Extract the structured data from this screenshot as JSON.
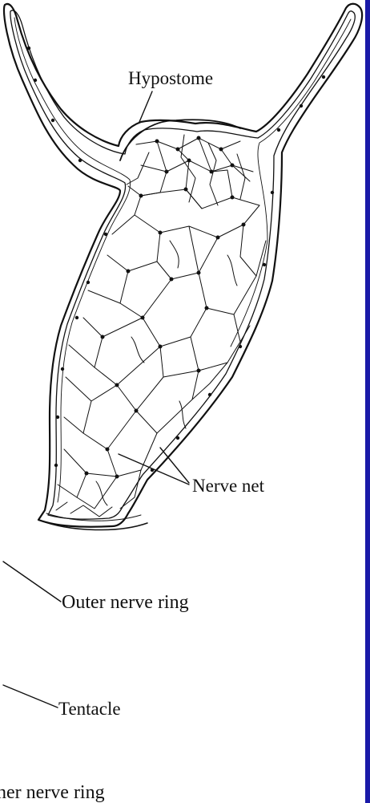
{
  "labels": {
    "hypostome": "Hypostome",
    "nerve_net": "Nerve net",
    "outer_nerve_ring": "Outer nerve ring",
    "tentacle": "Tentacle",
    "inner_nerve_ring": "ner nerve ring"
  },
  "colors": {
    "line": "#111111",
    "background": "#ffffff",
    "frame_right": "#1a1aa8"
  }
}
